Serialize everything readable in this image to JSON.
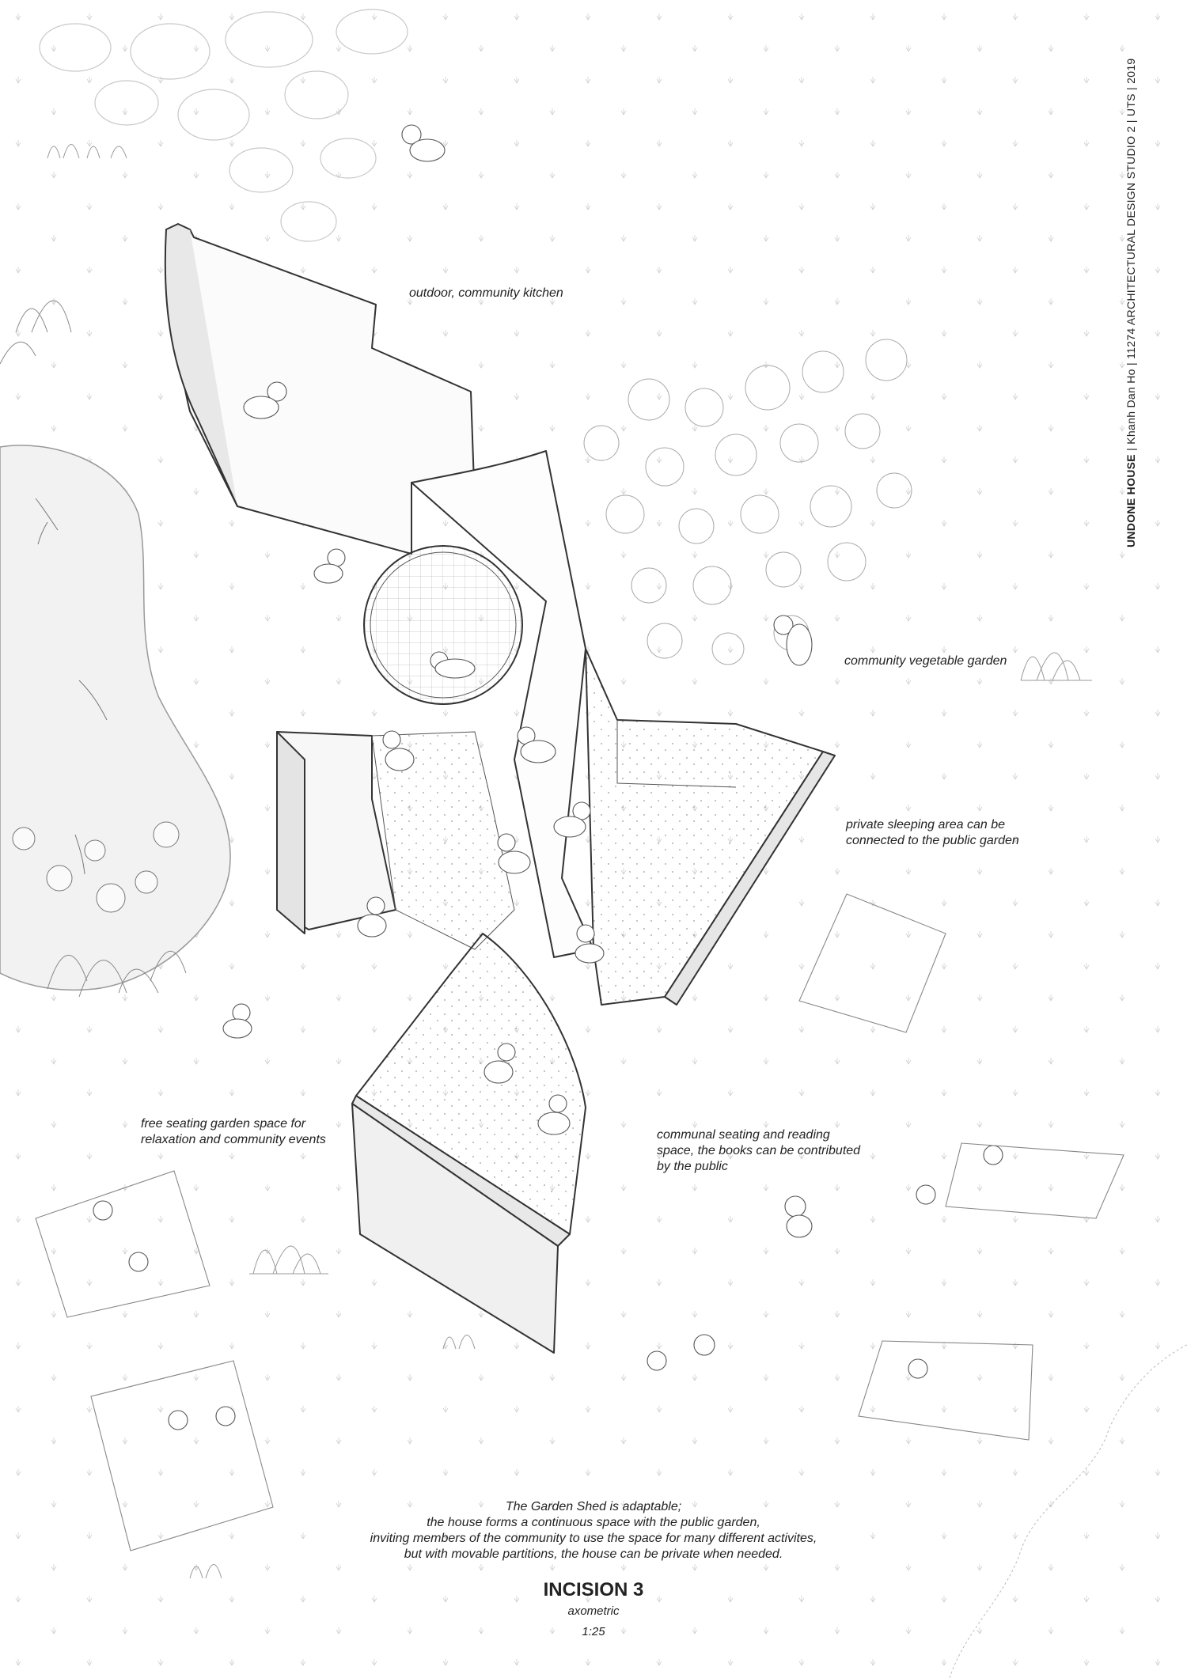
{
  "sidebar": {
    "project": "UNDONE HOUSE",
    "author": "Khanh Dan Ho",
    "course": "11274 ARCHITECTURAL DESIGN STUDIO 2",
    "school": "UTS",
    "year": "2019",
    "sep": "|"
  },
  "labels": {
    "kitchen": "outdoor, community kitchen",
    "vegetable": "community vegetable garden",
    "sleeping": "private sleeping area can be\nconnected to the public garden",
    "free_seating": "free seating garden space for\nrelaxation and community events",
    "communal": "communal seating and reading\nspace, the books can be contributed\nby the public"
  },
  "caption": {
    "line1": "The Garden Shed is adaptable;",
    "line2": "the house forms a continuous space with the public garden,",
    "line3": "inviting members of the community to use the space for many different activites,",
    "line4": "but with movable partitions, the house can be private when needed."
  },
  "title": "INCISION 3",
  "subtitle": "axometric",
  "scale": "1:25"
}
